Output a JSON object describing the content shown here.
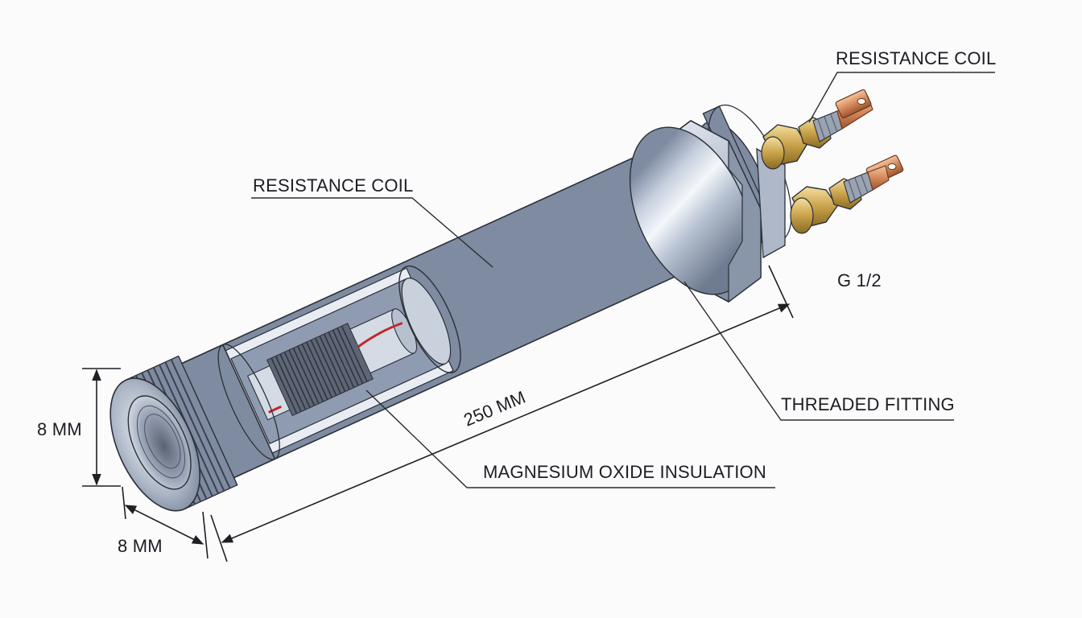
{
  "labels": {
    "resistance_coil_top": "RESISTANCE COIL",
    "resistance_coil_left": "RESISTANCE COIL",
    "g_half": "G 1/2",
    "threaded_fitting": "THREADED FITTING",
    "length_250": "250 MM",
    "mgo_insulation": "MAGNESIUM OXIDE INSULATION",
    "dim_height_8": "8 MM",
    "dim_depth_8": "8 MM"
  },
  "colors": {
    "steel_dark": "#8e9aae",
    "steel_light": "#eef2f8",
    "brass": "#c9a24a",
    "copper": "#d4875a",
    "wire_red": "#c0282b",
    "line": "#1e2024"
  }
}
